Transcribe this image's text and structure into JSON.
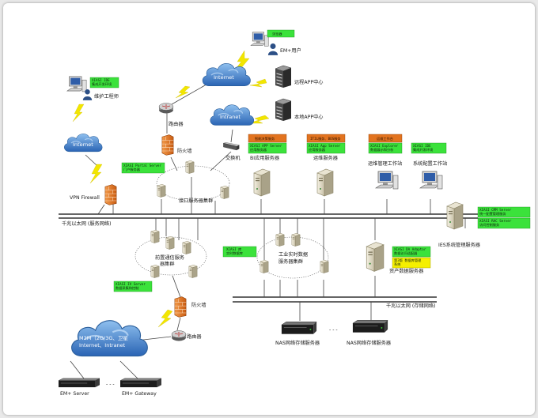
{
  "labels": {
    "em_user": "EM+用户",
    "remote_app": "远程APP中心",
    "local_app": "本地APP中心",
    "maint_engineer": "维护工程师",
    "internet_top": "Internet",
    "intranet": "Intranet",
    "internet_left": "Internet",
    "router_top": "路由器",
    "firewall_top": "防火墙",
    "switch": "交换机",
    "gateway_cluster": "接口服务器集群",
    "bi_server": "BI应用服务器",
    "ops_server": "运维服务器",
    "ops_workstation": "运维管理工作站",
    "config_workstation": "系统配置工作站",
    "vpn_firewall": "VPN Firewall",
    "service_net": "千兆以太网 (服务网络)",
    "ies_server": "IES系统管理服务器",
    "frontend_cluster_1": "前置通信服务",
    "frontend_cluster_2": "器集群",
    "realtime_cluster_1": "工业实时数据",
    "realtime_cluster_2": "服务器集群",
    "asset_server": "资产数据服务器",
    "firewall_bottom": "防火墙",
    "storage_net": "千兆以太网 (存储网络)",
    "router_bottom": "路由器",
    "m2m_line1": "M2M（2G/3G、卫星",
    "m2m_line2": "Internet、Intranet",
    "nas_1": "NAS网络存储服务器",
    "nas_2": "NAS网络存储服务器",
    "em_server": "EM+ Server",
    "em_gateway": "EM+ Gateway",
    "ellipsis_nas": "- - -",
    "ellipsis_em": "- - -"
  },
  "tags": {
    "em_user": "浏览器",
    "maint_engineer": "XIASI IDE\n集成开发环境",
    "gateway_cluster": "XIASI Portal Server\n门户服务器",
    "bi_orange": "智能决策服务",
    "bi_green": "XIASI APP Server\n应用服务器",
    "ops_orange": "ITIL服务、BOS服务",
    "ops_green": "XIASI App Server\n应用服务器",
    "ops_ws_orange": "运维工作台",
    "ops_ws_green": "XIASI Explorer\n数据展示和分析",
    "config_ws": "XIASI IDE\n集成开发环境",
    "ies_a": "XIASI CMM Server\n统一配置管理服务",
    "ies_b": "XIASI RAC Server\n访问控制服务",
    "realtime": "XIASI 库\n实时数据库",
    "asset_green": "XIASI DA Adaptor\n数据访问适配器",
    "asset_yellow": "第3版 数据库管理\n系统",
    "frontend": "XIASI IV Server\n数据采集和控制"
  },
  "colors": {
    "tag_green": "#3be23b",
    "tag_orange": "#e2731f",
    "tag_yellow": "#f5f000",
    "cloud_blue": "#3c78c3",
    "firewall_orange": "#e07a2a",
    "bolt_yellow": "#f2e600"
  }
}
